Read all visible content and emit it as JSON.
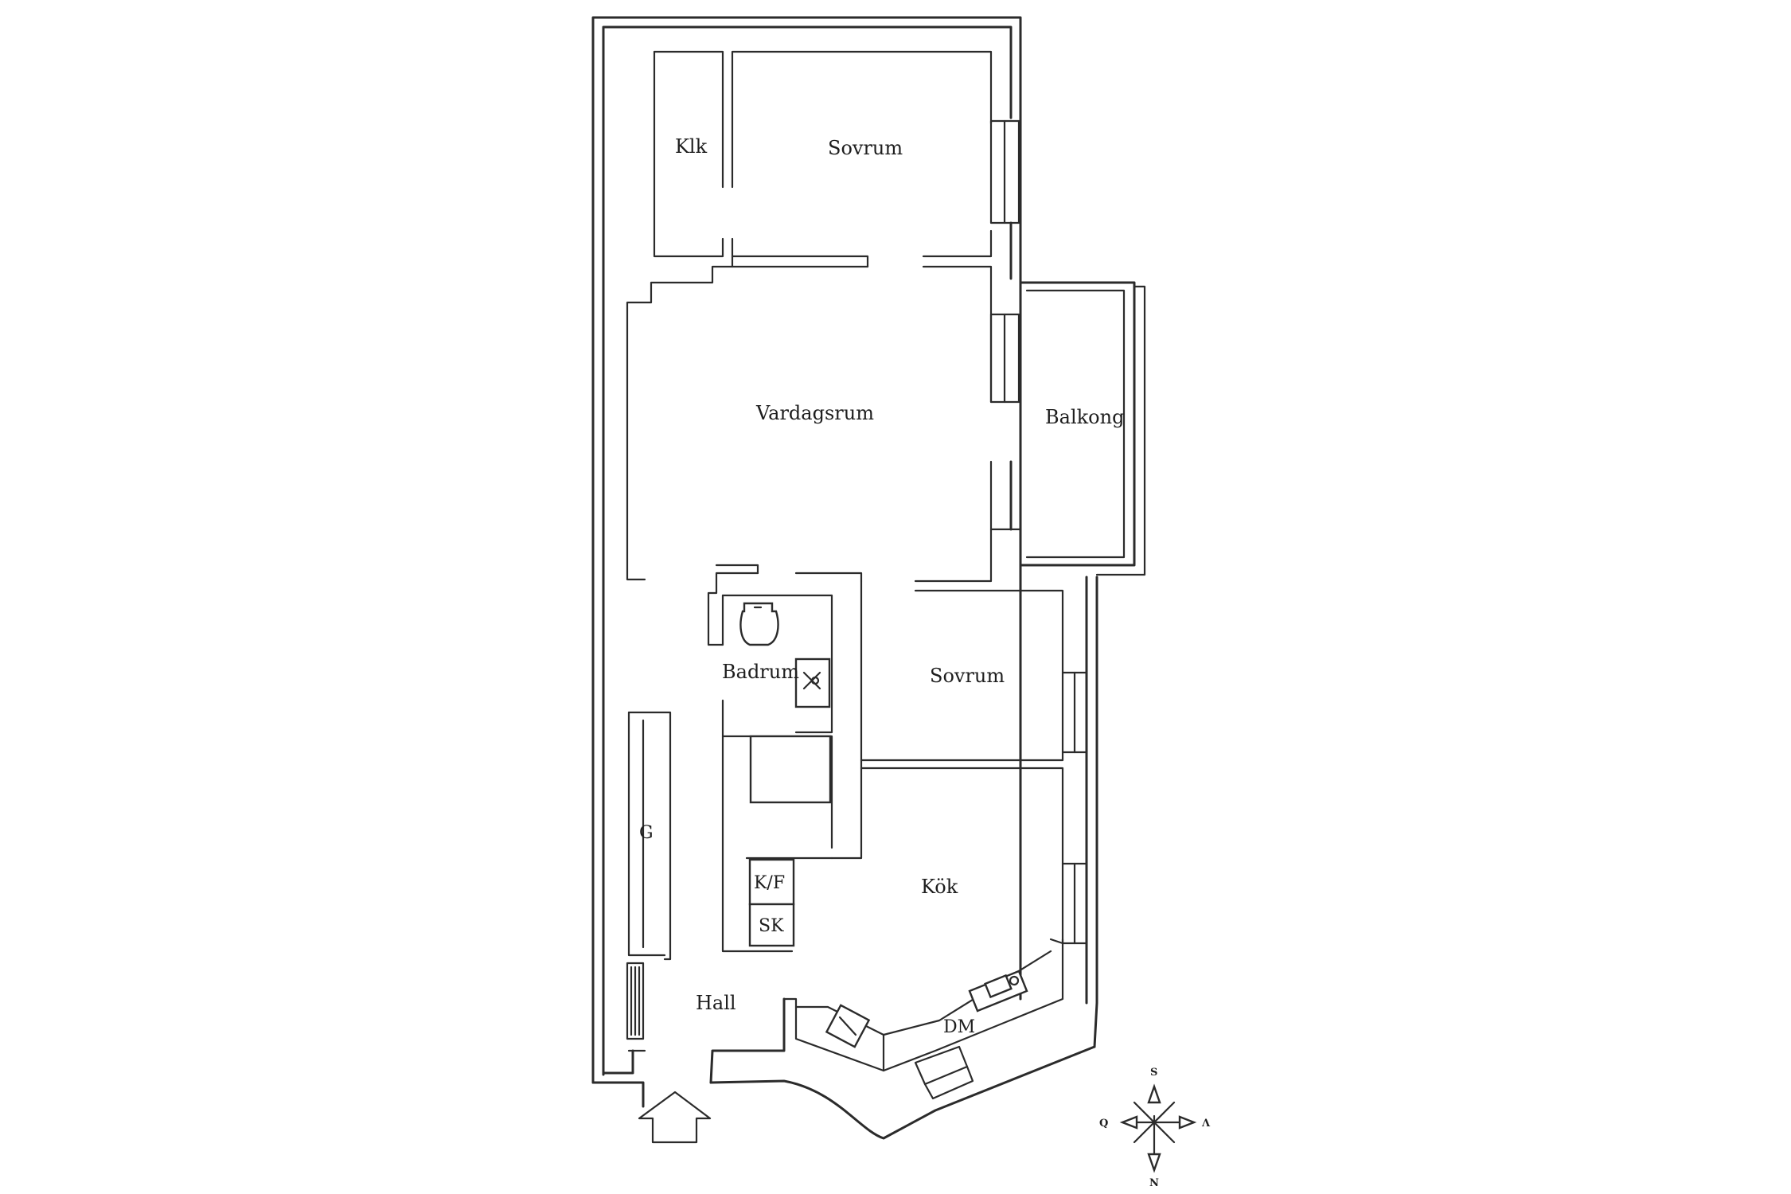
{
  "rooms": {
    "klk": "Klk",
    "sovrum_top": "Sovrum",
    "vardagsrum": "Vardagsrum",
    "balkong": "Balkong",
    "badrum": "Badrum",
    "sovrum_mid": "Sovrum",
    "kok": "Kök",
    "hall": "Hall"
  },
  "fixtures": {
    "wardrobe": "G",
    "fridge_freezer": "K/F",
    "cabinet": "SK",
    "dishwasher": "DM"
  },
  "compass": {
    "south": "S",
    "west": "Q",
    "east": "Λ",
    "north": "N"
  },
  "icons": [
    "entrance-arrow-icon",
    "compass-rose-icon",
    "toilet-icon",
    "sink-icon",
    "stove-icon",
    "radiator-icon"
  ]
}
